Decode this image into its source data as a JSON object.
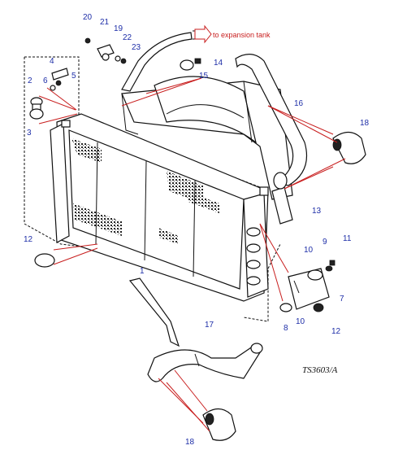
{
  "diagram": {
    "annotation": "to expansion tank",
    "reference": "TS3603/A",
    "colors": {
      "callout": "#1f2fa8",
      "leader": "#c81e1e",
      "line": "#111111"
    },
    "callouts": [
      "1",
      "2",
      "3",
      "4",
      "5",
      "6",
      "7",
      "8",
      "9",
      "10",
      "10",
      "11",
      "12",
      "12",
      "13",
      "14",
      "15",
      "16",
      "17",
      "18",
      "18",
      "19",
      "20",
      "21",
      "22",
      "23"
    ]
  }
}
